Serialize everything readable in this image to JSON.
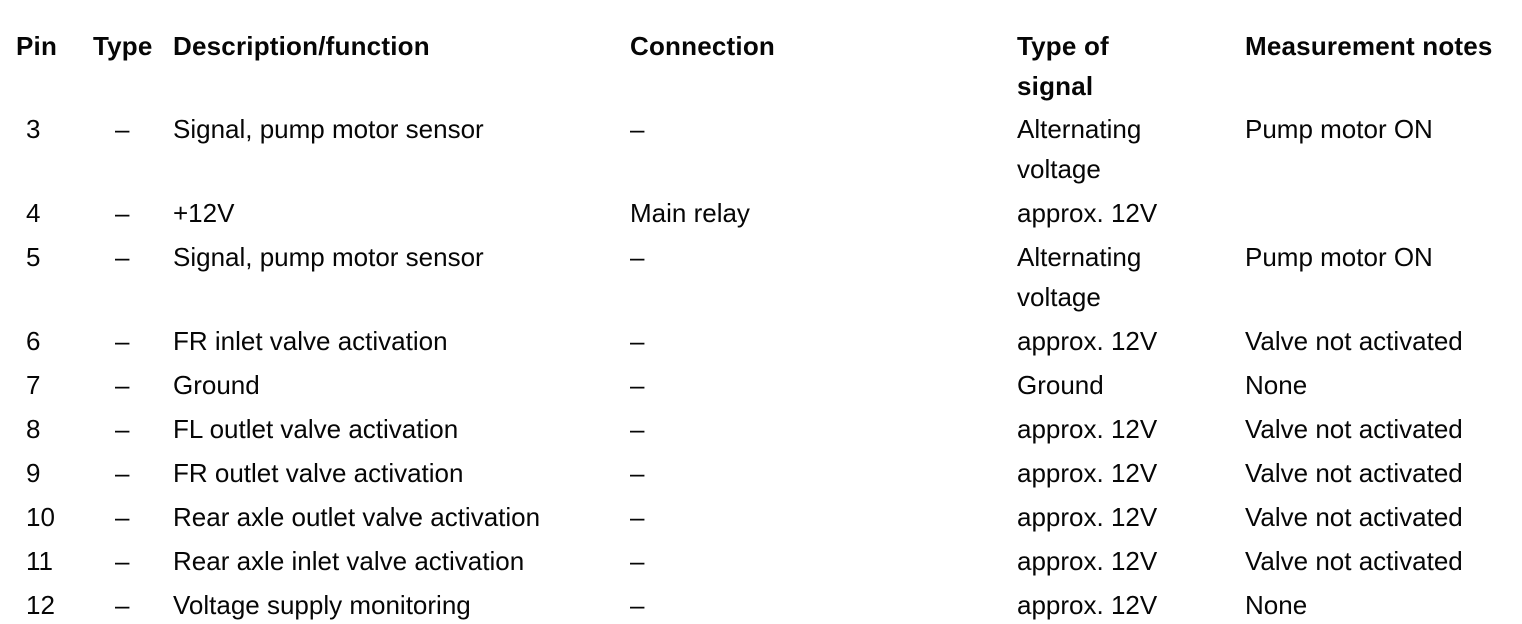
{
  "table": {
    "columns": [
      "Pin",
      "Type",
      "Description/function",
      "Connection",
      "Type of signal",
      "Measurement notes"
    ],
    "rows": [
      {
        "pin": "3",
        "type": "–",
        "description": "Signal, pump motor sensor",
        "connection": "–",
        "signal": "Alternating voltage",
        "notes": "Pump motor ON"
      },
      {
        "pin": "4",
        "type": "–",
        "description": "+12V",
        "connection": "Main relay",
        "signal": "approx. 12V",
        "notes": ""
      },
      {
        "pin": "5",
        "type": "–",
        "description": "Signal, pump motor sensor",
        "connection": "–",
        "signal": "Alternating voltage",
        "notes": "Pump motor ON"
      },
      {
        "pin": "6",
        "type": "–",
        "description": "FR inlet valve activation",
        "connection": "–",
        "signal": "approx. 12V",
        "notes": "Valve not activated"
      },
      {
        "pin": "7",
        "type": "–",
        "description": "Ground",
        "connection": "–",
        "signal": "Ground",
        "notes": "None"
      },
      {
        "pin": "8",
        "type": "–",
        "description": "FL outlet valve activation",
        "connection": "–",
        "signal": "approx. 12V",
        "notes": "Valve not activated"
      },
      {
        "pin": "9",
        "type": "–",
        "description": "FR outlet valve activation",
        "connection": "–",
        "signal": "approx. 12V",
        "notes": "Valve not activated"
      },
      {
        "pin": "10",
        "type": "–",
        "description": "Rear axle outlet valve activation",
        "connection": "–",
        "signal": "approx. 12V",
        "notes": "Valve not activated"
      },
      {
        "pin": "11",
        "type": "–",
        "description": "Rear axle inlet valve activation",
        "connection": "–",
        "signal": "approx. 12V",
        "notes": "Valve not activated"
      },
      {
        "pin": "12",
        "type": "–",
        "description": "Voltage supply monitoring",
        "connection": "–",
        "signal": "approx. 12V",
        "notes": "None"
      }
    ]
  }
}
